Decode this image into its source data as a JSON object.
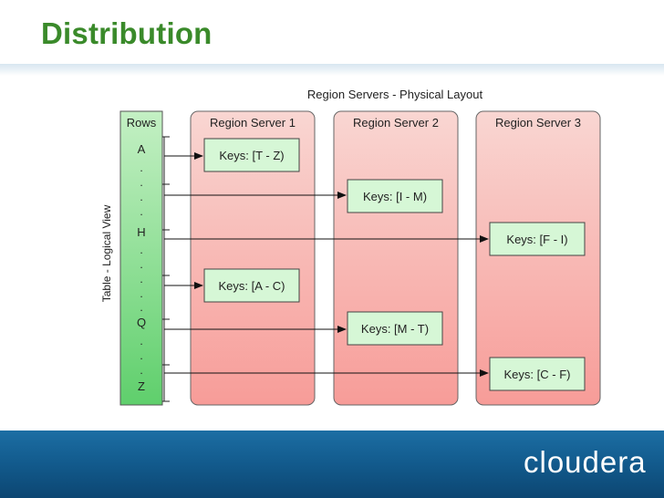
{
  "slide": {
    "title": "Distribution",
    "logo_text": "cloudera"
  },
  "diagram": {
    "physical_layout_label": "Region Servers - Physical Layout",
    "logical_view_label": "Table - Logical View",
    "rows_header": "Rows",
    "rows": [
      "A",
      ".",
      ".",
      ".",
      ".",
      "H",
      ".",
      ".",
      ".",
      ".",
      ".",
      "Q",
      ".",
      ".",
      ".",
      "Z"
    ],
    "servers": [
      {
        "name": "Region Server 1",
        "regions": [
          "Keys: [T - Z)",
          "Keys: [A - C)"
        ]
      },
      {
        "name": "Region Server 2",
        "regions": [
          "Keys: [I - M)",
          "Keys: [M - T)"
        ]
      },
      {
        "name": "Region Server 3",
        "regions": [
          "Keys: [F - I)",
          "Keys: [C - F)"
        ]
      }
    ]
  },
  "colors": {
    "title": "#3a8a2a",
    "server_fill": "#f8b4b0",
    "rows_fill": "#7fd98a",
    "key_fill": "#d6f7d6",
    "band": "#1a6ba2"
  }
}
